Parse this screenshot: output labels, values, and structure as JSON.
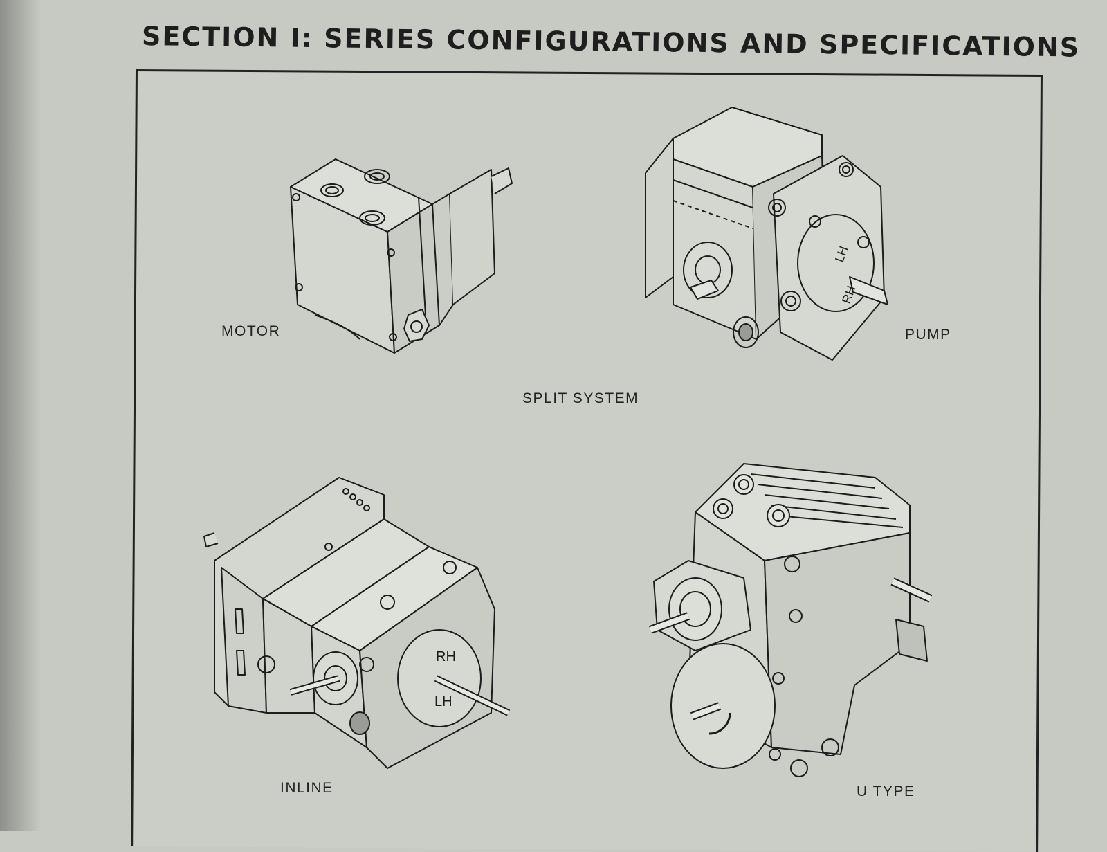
{
  "page": {
    "title": "SECTION I: SERIES CONFIGURATIONS AND SPECIFICATIONS"
  },
  "figures": {
    "motor": {
      "label": "MOTOR"
    },
    "pump": {
      "label": "PUMP",
      "marks": [
        "LH",
        "RH"
      ]
    },
    "split_system": {
      "label": "SPLIT SYSTEM"
    },
    "inline": {
      "label": "INLINE",
      "marks": [
        "RH",
        "LH"
      ]
    },
    "u_type": {
      "label": "U TYPE"
    }
  }
}
